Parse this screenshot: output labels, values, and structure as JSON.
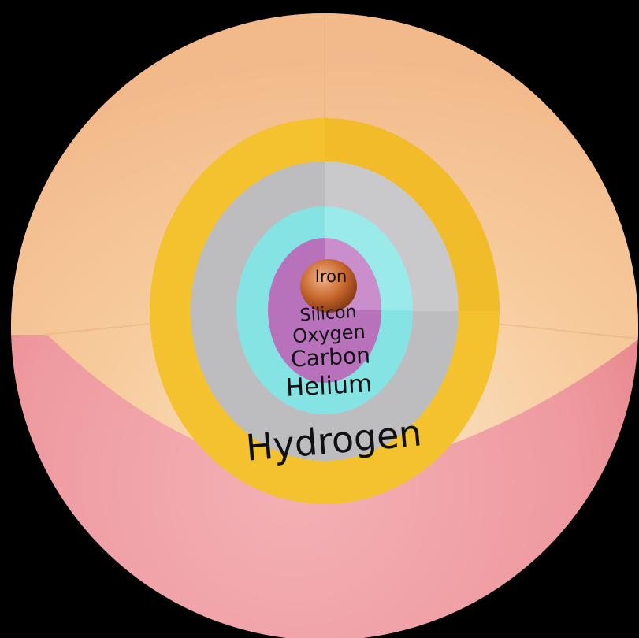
{
  "diagram": {
    "layers": [
      {
        "name": "Hydrogen",
        "color": "#f6c596"
      },
      {
        "name": "Helium",
        "color": "#f3c22e"
      },
      {
        "name": "Carbon",
        "color": "#c8c8ca"
      },
      {
        "name": "Oxygen",
        "color": "#88e8e8"
      },
      {
        "name": "Silicon",
        "color": "#c483c4"
      },
      {
        "name": "Iron",
        "color": "#c0622c"
      }
    ],
    "colors": {
      "background": "#000000",
      "outer_shell": "#ec8f95",
      "cutaway": "#f6c596"
    }
  }
}
